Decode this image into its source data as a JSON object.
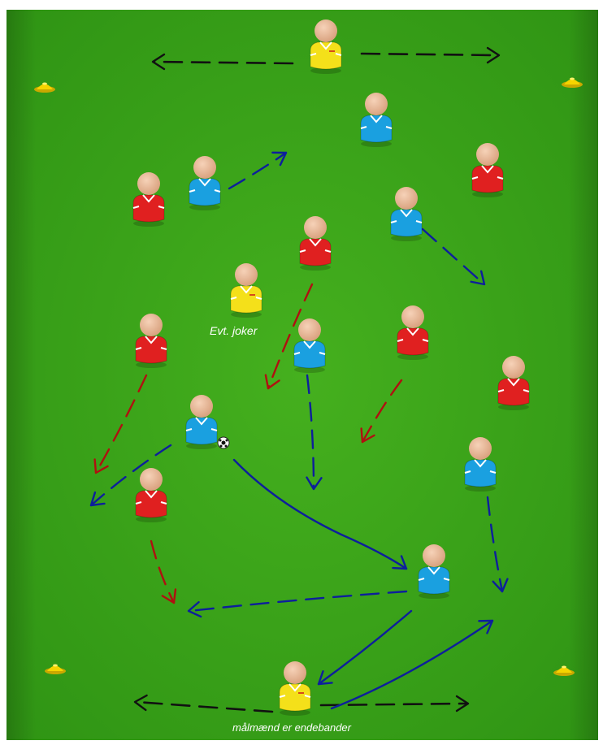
{
  "colors": {
    "pitch_light": "#3fa51b",
    "pitch_dark": "#2b8a12",
    "team_red": "#e02020",
    "team_blue": "#1aa0e0",
    "joker_yellow": "#f4e01a",
    "skin": "#e8b99a",
    "pass_solid": "#0d1f9c",
    "run_blue": "#0d1f9c",
    "run_red": "#b01010",
    "keeper_move": "#111111",
    "cone": "#f5d400"
  },
  "labels": {
    "joker": "Evt. joker",
    "goalkeepers": "målmænd er endebander"
  },
  "players": [
    {
      "team": "yellow",
      "role": "goalkeeper-top"
    },
    {
      "team": "blue",
      "role": "player"
    },
    {
      "team": "blue",
      "role": "player"
    },
    {
      "team": "red",
      "role": "player"
    },
    {
      "team": "red",
      "role": "player"
    },
    {
      "team": "blue",
      "role": "player"
    },
    {
      "team": "red",
      "role": "player"
    },
    {
      "team": "yellow",
      "role": "joker"
    },
    {
      "team": "red",
      "role": "player"
    },
    {
      "team": "blue",
      "role": "player"
    },
    {
      "team": "red",
      "role": "player"
    },
    {
      "team": "red",
      "role": "player"
    },
    {
      "team": "blue",
      "role": "ball-carrier"
    },
    {
      "team": "red",
      "role": "player"
    },
    {
      "team": "blue",
      "role": "player"
    },
    {
      "team": "blue",
      "role": "player"
    },
    {
      "team": "yellow",
      "role": "goalkeeper-bottom"
    }
  ],
  "icons": [
    "cone-icon",
    "ball-icon",
    "arrow-icon"
  ]
}
